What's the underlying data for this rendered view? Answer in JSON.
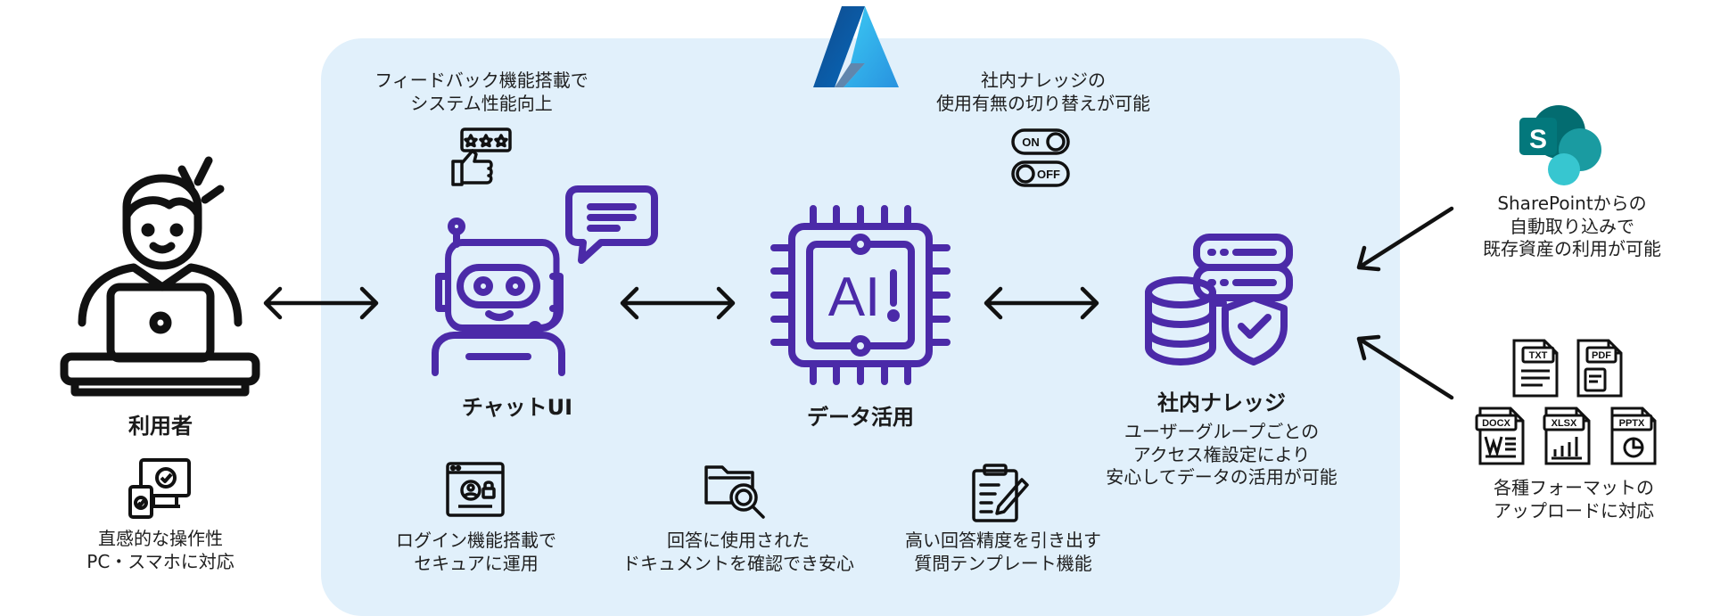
{
  "user": {
    "title": "利用者",
    "caption": "直感的な操作性\nPC・スマホに対応"
  },
  "chat": {
    "title": "チャットUI",
    "feedback_caption": "フィードバック機能搭載で\nシステム性能向上",
    "login_caption": "ログイン機能搭載で\nセキュアに運用"
  },
  "ai": {
    "chip_text": "AI",
    "title": "データ活用",
    "answer_caption": "回答に使用された\nドキュメントを確認でき安心"
  },
  "template": {
    "caption": "高い回答精度を引き出す\n質問テンプレート機能"
  },
  "knowledge": {
    "toggle_caption": "社内ナレッジの\n使用有無の切り替えが可能",
    "toggle_on": "ON",
    "toggle_off": "OFF",
    "title": "社内ナレッジ",
    "caption": "ユーザーグループごとの\nアクセス権設定により\n安心してデータの活用が可能"
  },
  "sharepoint": {
    "logo_letter": "S",
    "caption": "SharePointからの\n自動取り込みで\n既存資産の利用が可能"
  },
  "formats": {
    "types": [
      "TXT",
      "PDF",
      "DOCX",
      "XLSX",
      "PPTX"
    ],
    "caption": "各種フォーマットの\nアップロードに対応"
  },
  "colors": {
    "accent_purple": "#4b2aa8",
    "panel_bg": "#e1f0fb",
    "azure_blue": "#1f7fd6",
    "sharepoint_teal": "#0f7a76"
  }
}
